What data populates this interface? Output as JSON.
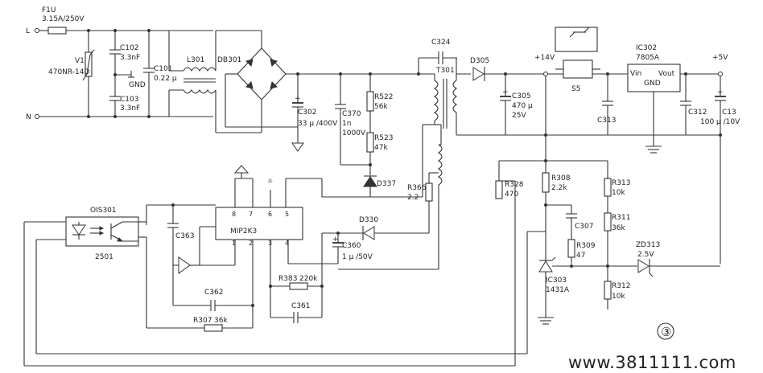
{
  "diagram": {
    "inputs": {
      "line": "L",
      "neutral": "N"
    },
    "fuse": {
      "ref": "F1U",
      "value": "3.15A/250V"
    },
    "varistor": {
      "ref": "V1",
      "value": "470NR-14D"
    },
    "c102": {
      "ref": "C102",
      "value": "3.3nF"
    },
    "c103": {
      "ref": "C103",
      "value": "3.3nF"
    },
    "gnd_label": "GND",
    "c101": {
      "ref": "C101",
      "value": "0.22 μ"
    },
    "l301": "L301",
    "db301": "DB301",
    "c302": {
      "ref": "C302",
      "value": "33 μ /400V"
    },
    "c370": {
      "ref": "C370",
      "value1": "1n",
      "value2": "1000V"
    },
    "r522": {
      "ref": "R522",
      "value": "56k"
    },
    "r523": {
      "ref": "R523",
      "value": "47k"
    },
    "d337": "D337",
    "c324": "C324",
    "t301": "T301",
    "d305": "D305",
    "plus14v": "+14V",
    "c305": {
      "ref": "C305",
      "value1": "470 μ",
      "value2": "25V"
    },
    "s5": "S5",
    "c313": "C313",
    "ic302": {
      "ref": "IC302",
      "part": "7805A",
      "vin": "Vin",
      "vout": "Vout",
      "gnd": "GND"
    },
    "plus5v": "+5V",
    "c312": "C312",
    "c13": {
      "ref": "C13",
      "value": "100 μ /10V"
    },
    "r366": {
      "ref": "R366",
      "value": "2.2"
    },
    "d330": "D330",
    "c360": {
      "ref": "C360",
      "value": "1 μ /50V"
    },
    "mip2k3": {
      "name": "MIP2K3",
      "pins_top": [
        "8",
        "7",
        "6",
        "5"
      ],
      "pins_bottom": [
        "1",
        "2",
        "3",
        "4"
      ]
    },
    "c363": "C363",
    "c362": "C362",
    "r307": {
      "ref": "R307",
      "value": "36k"
    },
    "r383": {
      "ref": "R383",
      "value": "220k"
    },
    "c361": "C361",
    "optocoupler": {
      "ref": "OIS301",
      "part": "2501"
    },
    "r328": {
      "ref": "R328",
      "value": "470"
    },
    "r308": {
      "ref": "R308",
      "value": "2.2k"
    },
    "c307": "C307",
    "r309": {
      "ref": "R309",
      "value": "47"
    },
    "ic303": {
      "ref": "IC303",
      "part": "1431A"
    },
    "r313": {
      "ref": "R313",
      "value": "10k"
    },
    "r311": {
      "ref": "R311",
      "value": "36k"
    },
    "r312": {
      "ref": "R312",
      "value": "10k"
    },
    "zd313": {
      "ref": "ZD313",
      "value": "2.5V"
    },
    "figure_number": "③",
    "watermark": "www.3811111.com"
  }
}
